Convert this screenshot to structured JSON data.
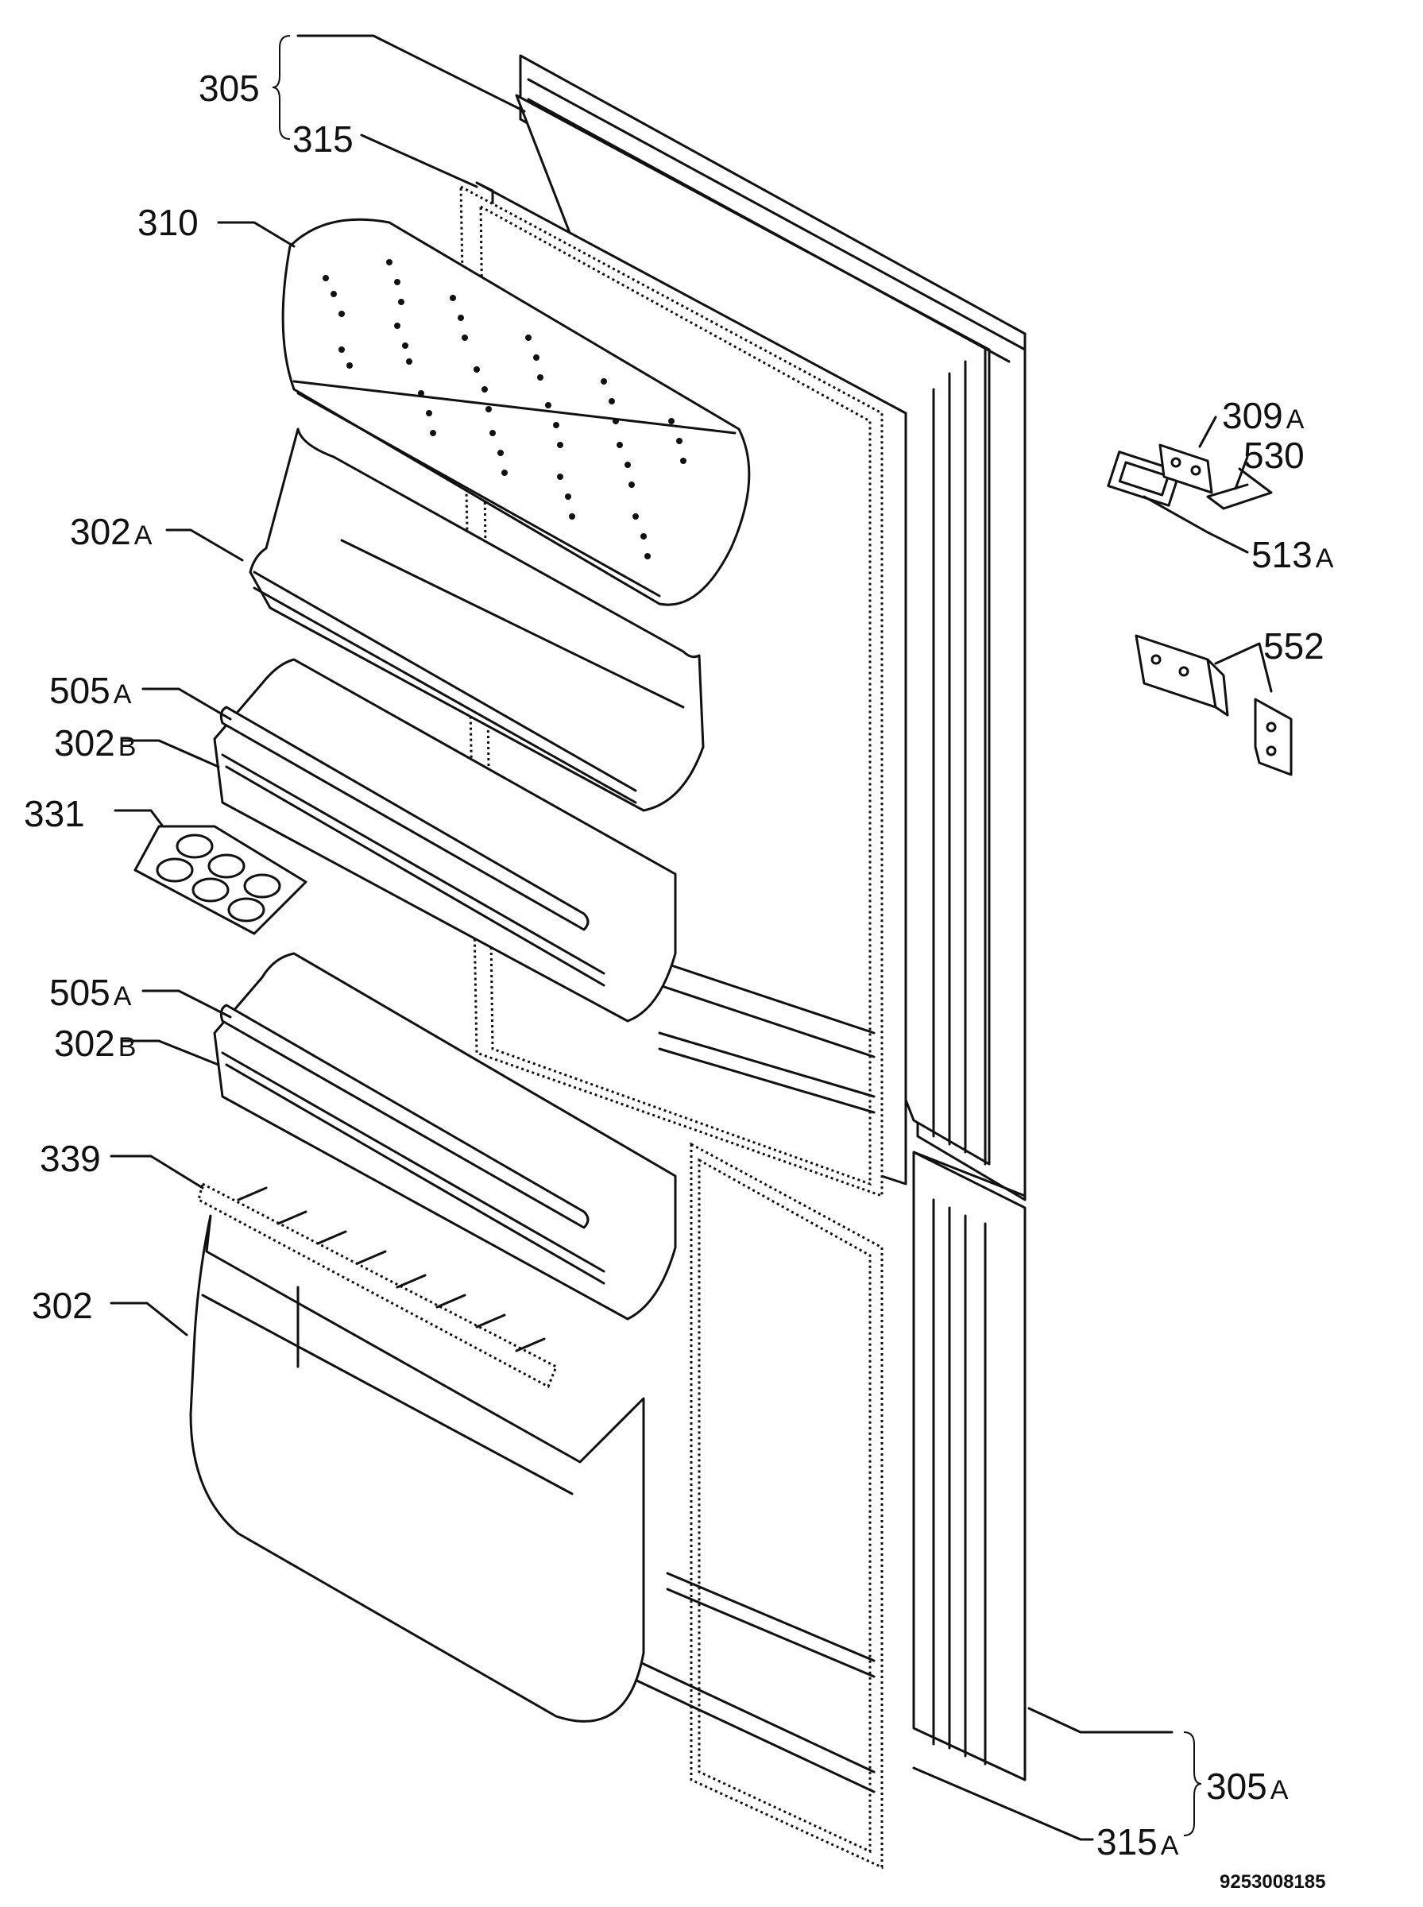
{
  "labels": {
    "l305": {
      "num": "305",
      "suf": ""
    },
    "l315": {
      "num": "315",
      "suf": ""
    },
    "l310": {
      "num": "310",
      "suf": ""
    },
    "l302a": {
      "num": "302",
      "suf": "A"
    },
    "l505a1": {
      "num": "505",
      "suf": "A"
    },
    "l302b1": {
      "num": "302",
      "suf": "B"
    },
    "l331": {
      "num": "331",
      "suf": ""
    },
    "l505a2": {
      "num": "505",
      "suf": "A"
    },
    "l302b2": {
      "num": "302",
      "suf": "B"
    },
    "l339": {
      "num": "339",
      "suf": ""
    },
    "l302": {
      "num": "302",
      "suf": ""
    },
    "l309a": {
      "num": "309",
      "suf": "A"
    },
    "l530": {
      "num": "530",
      "suf": ""
    },
    "l513a": {
      "num": "513",
      "suf": "A"
    },
    "l552": {
      "num": "552",
      "suf": ""
    },
    "l305a": {
      "num": "305",
      "suf": "A"
    },
    "l315a": {
      "num": "315",
      "suf": "A"
    }
  },
  "document_number": "9253008185"
}
